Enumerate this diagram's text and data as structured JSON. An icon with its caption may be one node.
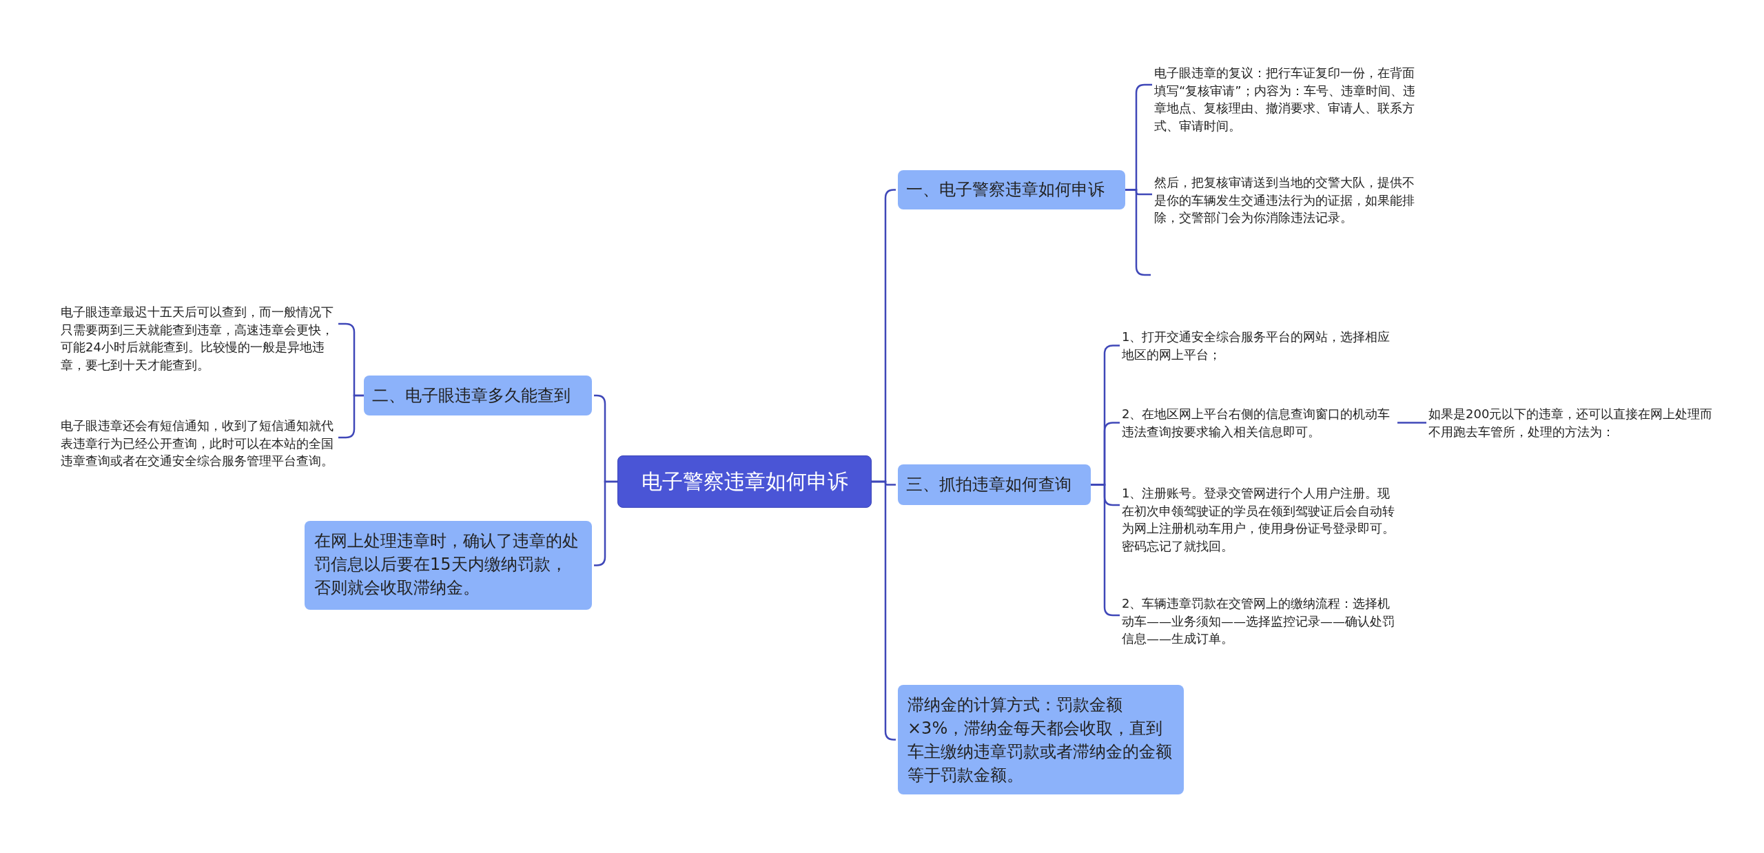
{
  "diagram": {
    "nodes": [
      {
        "text": [
          "电子警察违章如何申诉"
        ]
      },
      {
        "text": [
          "一、电子警察违章如何申诉"
        ]
      },
      {
        "text": [
          "电子眼违章的复议：把行车证复印一份，在背面填写“复核审请”；内容为：车号、违章时间、违章地点、复核理由、撤消要求、审请人、联系方式、审请时间。"
        ]
      },
      {
        "text": [
          "然后，把复核审请送到当地的交警大队，提供不是你的车辆发生交通违法行为的证据，如果能排除，交警部门会为你消除违法记录。"
        ]
      },
      {
        "text": [
          "三、抓拍违章如何查询"
        ]
      },
      {
        "text": [
          "1、打开交通安全综合服务平台的网站，选择相应地区的网上平台；"
        ]
      },
      {
        "text": [
          "2、在地区网上平台右侧的信息查询窗口的机动车违法查询按要求输入相关信息即可。"
        ]
      },
      {
        "text": [
          "如果是200元以下的违章，还可以直接在网上处理而不用跑去车管所，处理的方法为："
        ]
      },
      {
        "text": [
          "1、注册账号。登录交管网进行个人用户注册。现在初次申领驾驶证的学员在领到驾驶证后会自动转为网上注册机动车用户，使用身份证号登录即可。密码忘记了就找回。"
        ]
      },
      {
        "text": [
          "2、车辆违章罚款在交管网上的缴纳流程：选择机动车——业务须知——选择监控记录——确认处罚信息——生成订单。"
        ]
      },
      {
        "text": [
          "滞纳金的计算方式：罚款金额×3%，滞纳金每天都会收取，直到车主缴纳违章罚款或者滞纳金的金额等于罚款金额。"
        ]
      },
      {
        "text": [
          "二、电子眼违章多久能查到"
        ]
      },
      {
        "text": [
          "电子眼违章最迟十五天后可以查到，而一般情况下只需要两到三天就能查到违章，高速违章会更快，可能24小时后就能查到。比较慢的一般是异地违章，要七到十天才能查到。"
        ]
      },
      {
        "text": [
          "电子眼违章还会有短信通知，收到了短信通知就代表违章行为已经公开查询，此时可以在本站的全国违章查询或者在交通安全综合服务管理平台查询。"
        ]
      },
      {
        "text": [
          "在网上处理违章时，确认了违章的处罚信息以后要在15天内缴纳罚款，否则就会收取滞纳金。"
        ]
      }
    ],
    "edges": [
      {
        "from": 0,
        "to": 1,
        "arrow": "none"
      },
      {
        "from": 0,
        "to": 4,
        "arrow": "none"
      },
      {
        "from": 0,
        "to": 10,
        "arrow": "none"
      },
      {
        "from": 0,
        "to": 11,
        "arrow": "none"
      },
      {
        "from": 0,
        "to": 14,
        "arrow": "none"
      },
      {
        "from": 1,
        "to": 2,
        "arrow": "none"
      },
      {
        "from": 1,
        "to": 3,
        "arrow": "none"
      },
      {
        "from": 1,
        "to": null,
        "arrow": "none"
      },
      {
        "from": 4,
        "to": 5,
        "arrow": "none"
      },
      {
        "from": 4,
        "to": 6,
        "arrow": "none"
      },
      {
        "from": 4,
        "to": 8,
        "arrow": "none"
      },
      {
        "from": 4,
        "to": 9,
        "arrow": "none"
      },
      {
        "from": 6,
        "to": 7,
        "arrow": "none"
      },
      {
        "from": 11,
        "to": 12,
        "arrow": "none"
      },
      {
        "from": 11,
        "to": 13,
        "arrow": "none"
      }
    ]
  }
}
